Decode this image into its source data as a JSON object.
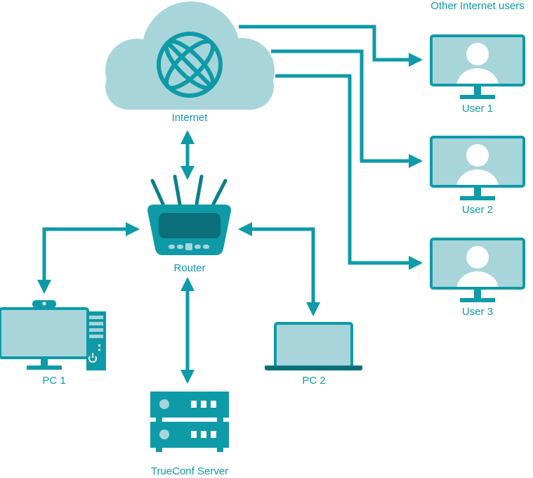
{
  "colors": {
    "primary": "#0e9aa7",
    "light": "#a8d5da",
    "dark": "#0b7f8a",
    "deep": "#0a6f79",
    "white": "#ffffff"
  },
  "header": {
    "other_users_label": "Other Internet users"
  },
  "nodes": {
    "internet": {
      "label": "Internet",
      "icon": "globe-icon"
    },
    "router": {
      "label": "Router",
      "icon": "router-icon"
    },
    "pc1": {
      "label": "PC 1",
      "icon": "desktop-pc-icon"
    },
    "pc2": {
      "label": "PC 2",
      "icon": "laptop-icon"
    },
    "server": {
      "label": "TrueConf Server",
      "icon": "server-icon"
    },
    "users": [
      {
        "label": "User 1",
        "icon": "user-monitor-icon"
      },
      {
        "label": "User 2",
        "icon": "user-monitor-icon"
      },
      {
        "label": "User 3",
        "icon": "user-monitor-icon"
      }
    ]
  }
}
